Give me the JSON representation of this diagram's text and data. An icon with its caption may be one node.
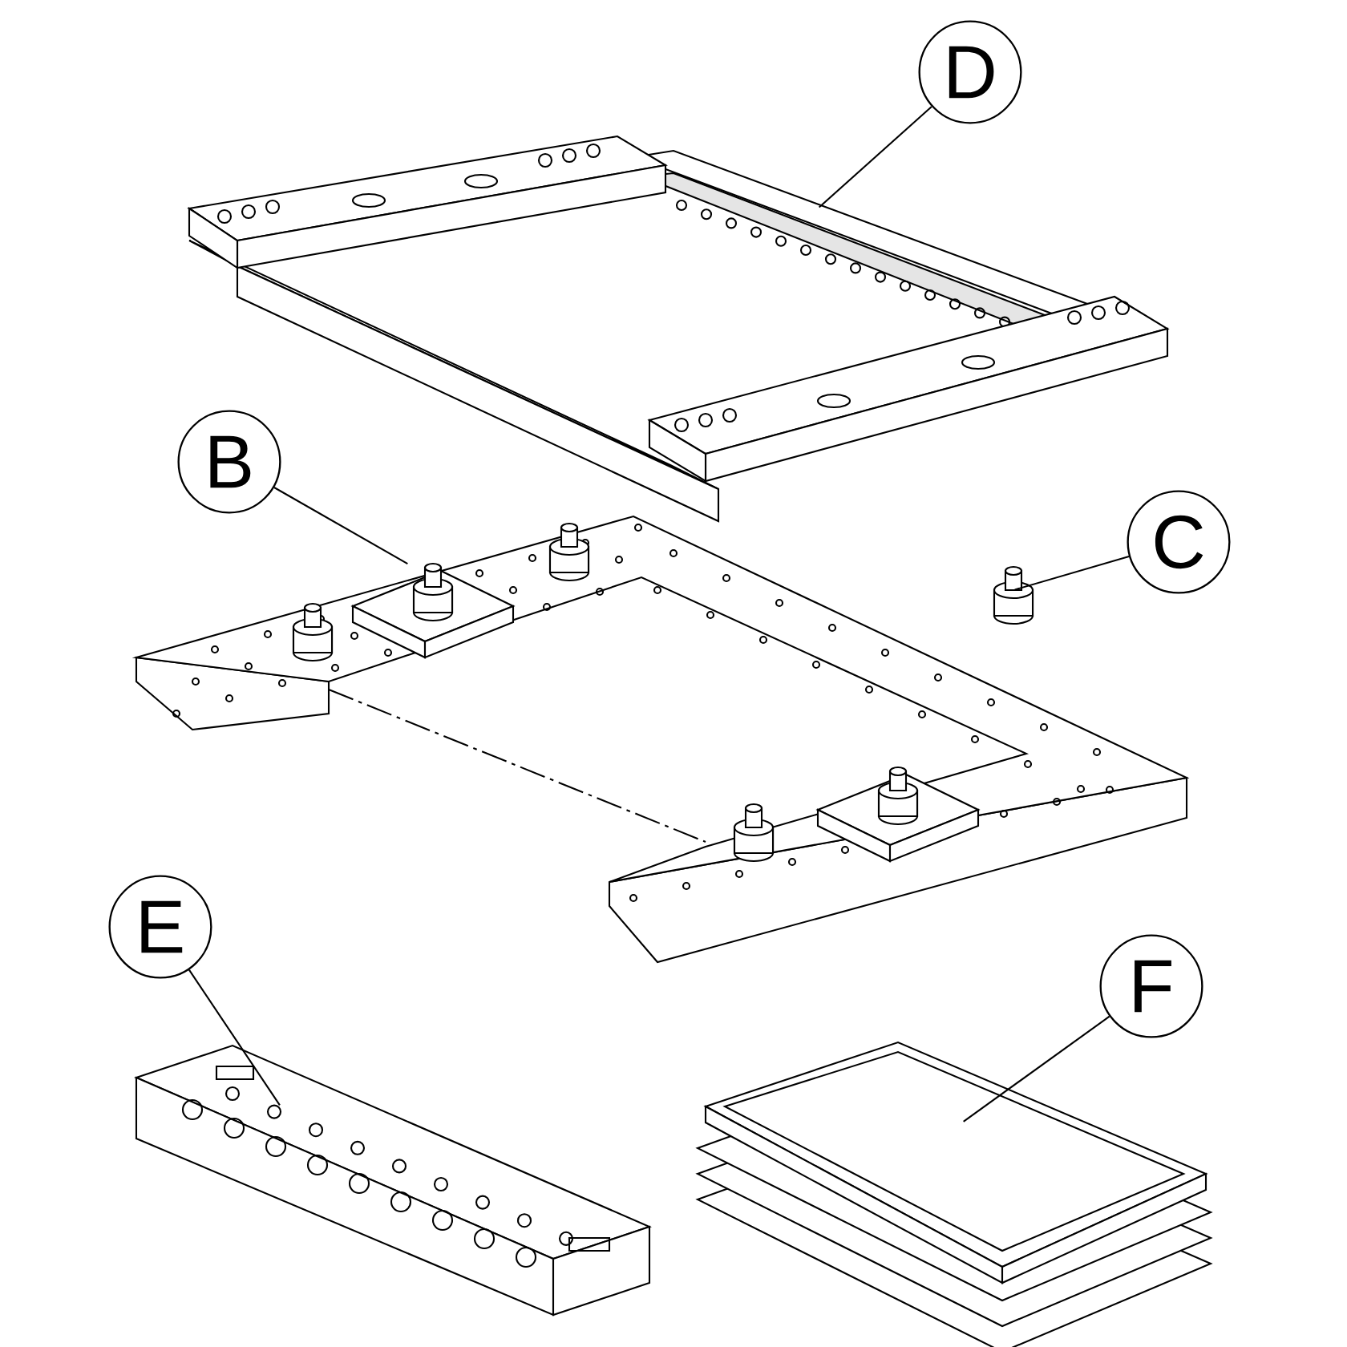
{
  "diagram": {
    "nodes": [
      {
        "text": [
          "D"
        ]
      },
      {
        "text": [],
        "shape": "picture"
      },
      {
        "text": [
          "B"
        ]
      },
      {
        "text": [],
        "shape": "picture"
      },
      {
        "text": [
          "C"
        ]
      },
      {
        "text": [],
        "shape": "picture"
      },
      {
        "text": [
          "E"
        ]
      },
      {
        "text": [],
        "shape": "picture"
      },
      {
        "text": [
          "F"
        ]
      },
      {
        "text": [],
        "shape": "picture"
      }
    ],
    "edges": [
      {
        "from": 0,
        "to": 1,
        "arrow": "none"
      },
      {
        "from": 2,
        "to": 3,
        "arrow": "none"
      },
      {
        "from": 4,
        "to": 5,
        "arrow": "none"
      },
      {
        "from": 6,
        "to": 7,
        "arrow": "none"
      },
      {
        "from": 8,
        "to": 9,
        "arrow": "none"
      }
    ]
  }
}
